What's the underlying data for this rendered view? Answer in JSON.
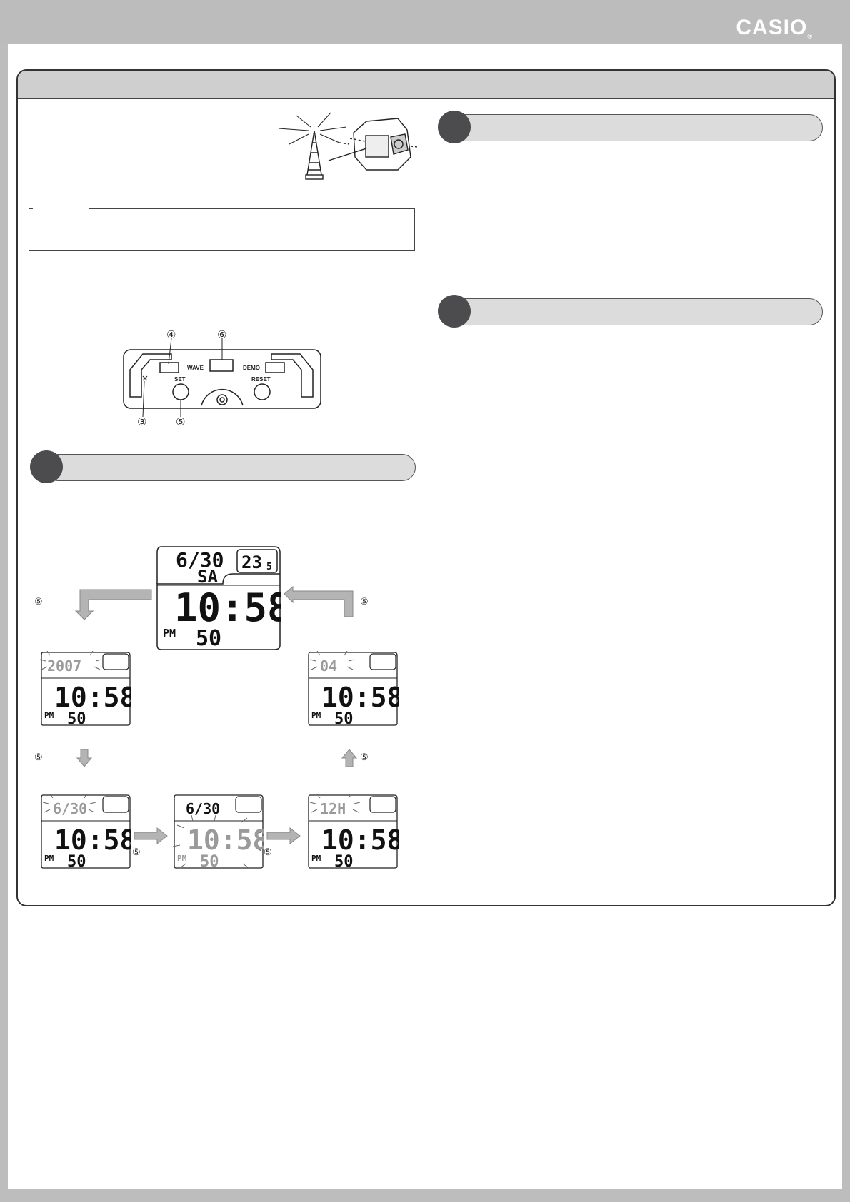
{
  "brand": {
    "logo_text": "CASIO",
    "mark": "®"
  },
  "button_diagram": {
    "labels": {
      "wave": "WAVE",
      "demo": "DEMO",
      "set": "SET",
      "reset": "RESET"
    },
    "callouts": {
      "c3": "③",
      "c4": "④",
      "c5": "⑤",
      "c6": "⑥"
    }
  },
  "step_marker": "⑤",
  "displays": {
    "main": {
      "date": "6/30",
      "seconds_top": "23",
      "seconds_small": "5",
      "weekday": "SA",
      "time": "10:58",
      "ampm": "PM",
      "seconds": "50"
    },
    "year": {
      "top": "2007",
      "time": "10:58",
      "ampm": "PM",
      "seconds": "50"
    },
    "date": {
      "top": "6/30",
      "time": "10:58",
      "ampm": "PM",
      "seconds": "50"
    },
    "time": {
      "top": "6/30",
      "time": "10:58",
      "ampm": "PM",
      "seconds": "50"
    },
    "hour_format": {
      "top": "12H",
      "time": "10:58",
      "ampm": "PM",
      "seconds": "50"
    },
    "city": {
      "top": "04",
      "time": "10:58",
      "ampm": "PM",
      "seconds": "50"
    }
  },
  "colors": {
    "frame": "#333333",
    "pill": "#dcdcdd",
    "dot": "#4c4c4e",
    "arrow": "#b4b4b5",
    "flash": "#9a9a9b"
  }
}
